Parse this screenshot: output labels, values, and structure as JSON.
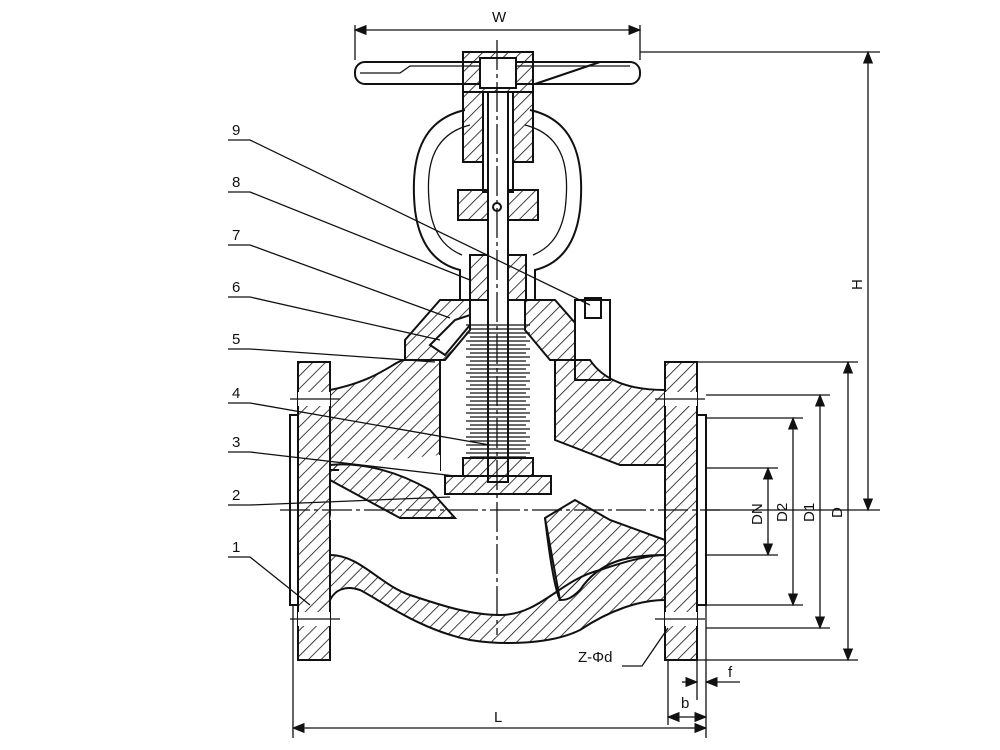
{
  "title": "Globe valve sectional drawing",
  "dimensions": {
    "W": "W",
    "H": "H",
    "D": "D",
    "D1": "D1",
    "D2": "D2",
    "DN": "DN",
    "Z": "Z-Φd",
    "f": "f",
    "b": "b",
    "L": "L"
  },
  "parts": [
    "1",
    "2",
    "3",
    "4",
    "5",
    "6",
    "7",
    "8",
    "9"
  ]
}
